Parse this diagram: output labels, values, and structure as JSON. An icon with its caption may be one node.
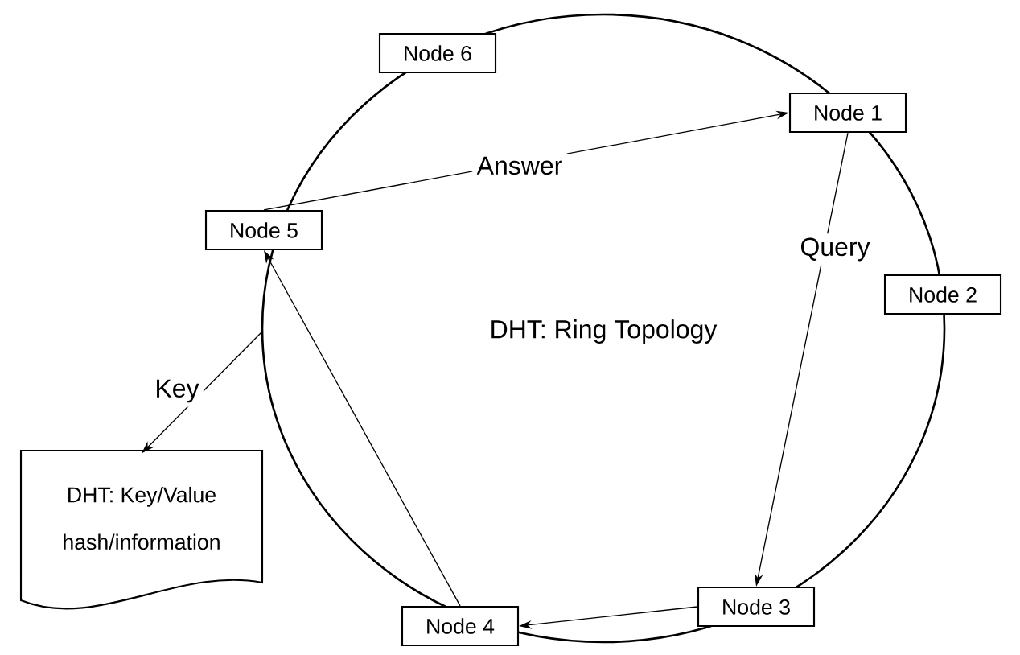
{
  "diagram": {
    "nodes": [
      {
        "text": [
          "Node 6"
        ]
      },
      {
        "text": [
          "Node 1"
        ]
      },
      {
        "text": [
          "Node 5"
        ]
      },
      {
        "text": [
          "Node 2"
        ]
      },
      {
        "text": [
          "DHT: Key/Value",
          "hash/information"
        ]
      },
      {
        "text": [
          "Node 3"
        ]
      },
      {
        "text": [
          "Node 4"
        ]
      }
    ],
    "edges": [
      {
        "from": 2,
        "to": 1,
        "arrow": "to",
        "label": "Answer"
      },
      {
        "from": 1,
        "to": 5,
        "arrow": "to",
        "label": "Query"
      },
      {
        "from": 5,
        "to": 6,
        "arrow": "to"
      },
      {
        "from": 6,
        "to": 2,
        "arrow": "to"
      },
      {
        "from": null,
        "to": 4,
        "arrow": "to",
        "label": "Key"
      }
    ],
    "labels": [
      "DHT: Ring Topology"
    ]
  }
}
